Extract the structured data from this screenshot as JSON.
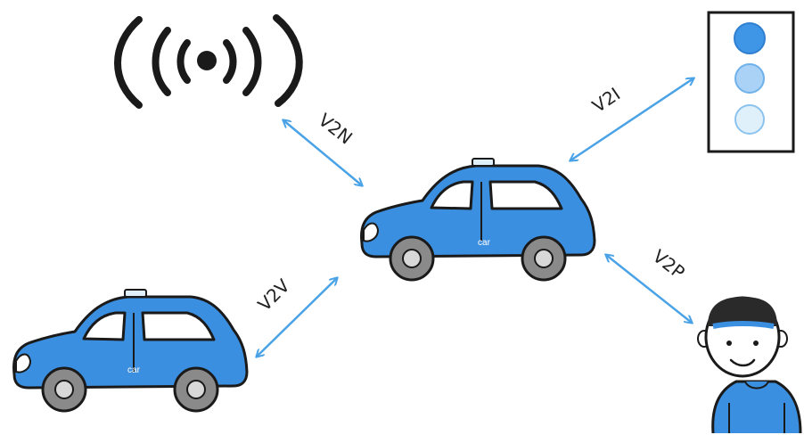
{
  "links": {
    "v2n": "V2N",
    "v2i": "V2I",
    "v2v": "V2V",
    "v2p": "V2P"
  },
  "nodes": {
    "center_car": "car",
    "left_car": "car"
  },
  "icons": {
    "network": "wireless-signal-icon",
    "infrastructure": "traffic-light-icon",
    "pedestrian": "pedestrian-icon",
    "vehicle": "car-icon"
  },
  "colors": {
    "car_body": "#3b8fe0",
    "arrow": "#4aa3e6",
    "outline": "#1a1a1a",
    "light_top": "#3f95e6",
    "light_mid": "#a9d2f6",
    "light_bottom": "#dff0fb"
  }
}
